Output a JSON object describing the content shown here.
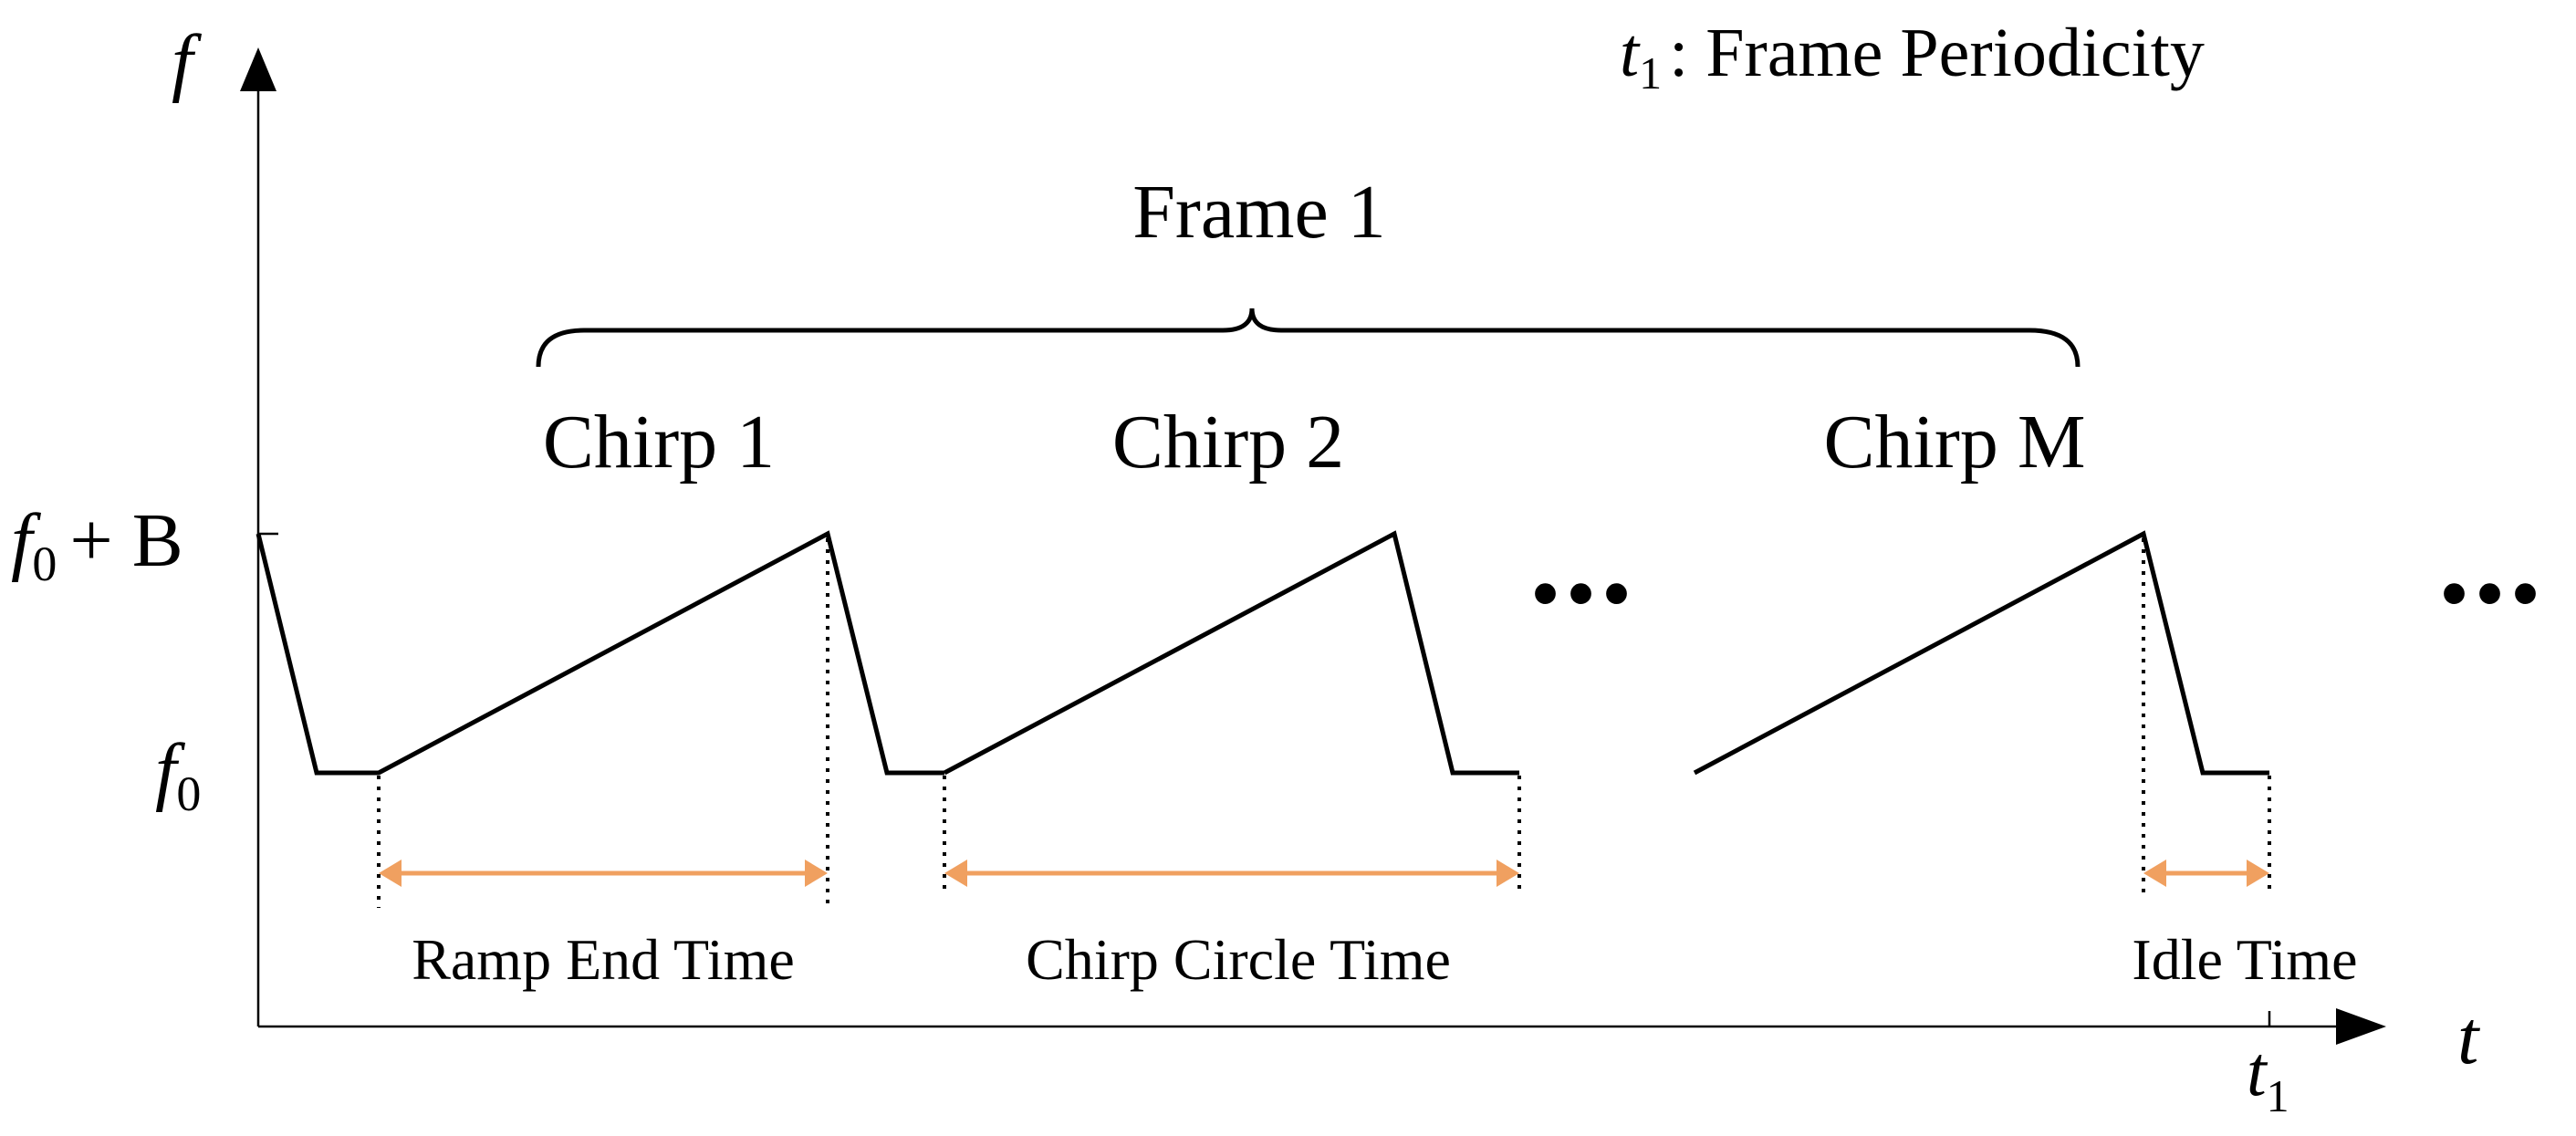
{
  "legend": {
    "symbol": "t",
    "subscript": "1",
    "text": ": Frame Periodicity"
  },
  "axes": {
    "y_symbol": "f",
    "x_symbol": "t"
  },
  "y_ticks": {
    "top": {
      "base": "f",
      "sub": "0",
      "rest": "+ B"
    },
    "bottom": {
      "base": "f",
      "sub": "0"
    }
  },
  "x_tick": {
    "base": "t",
    "sub": "1"
  },
  "frame_label": "Frame 1",
  "chirps": [
    "Chirp 1",
    "Chirp 2",
    "Chirp M"
  ],
  "ellipsis": [
    "...",
    "..."
  ],
  "measures": {
    "ramp_end": "Ramp End Time",
    "chirp_cycle": "Chirp Circle Time",
    "idle": "Idle Time"
  },
  "colors": {
    "line": "#000000",
    "measure_arrow": "#F0A060",
    "background": "#FFFFFF"
  }
}
